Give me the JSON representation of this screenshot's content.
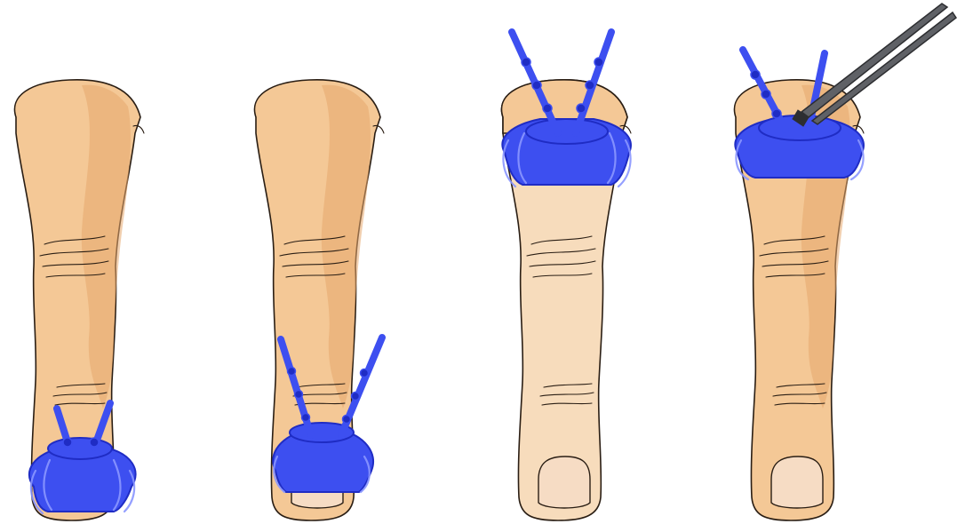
{
  "illustration": {
    "panels": [
      {
        "step": 1,
        "device_position": "fingertip",
        "forceps": false
      },
      {
        "step": 2,
        "device_position": "fingertip",
        "forceps": false
      },
      {
        "step": 3,
        "device_position": "finger-base",
        "forceps": false
      },
      {
        "step": 4,
        "device_position": "finger-base",
        "forceps": true
      }
    ]
  },
  "colors": {
    "skin": "#f4c896",
    "skin_shadow": "#e5a86d",
    "skin_light": "#f7dcbc",
    "nail": "#f6dcc4",
    "outline": "#2a1e14",
    "device": "#3d4ff0",
    "device_dark": "#1f2cc4",
    "device_highlight": "#8a96ff",
    "forceps": "#5f6166",
    "forceps_dark": "#2d2e31"
  }
}
